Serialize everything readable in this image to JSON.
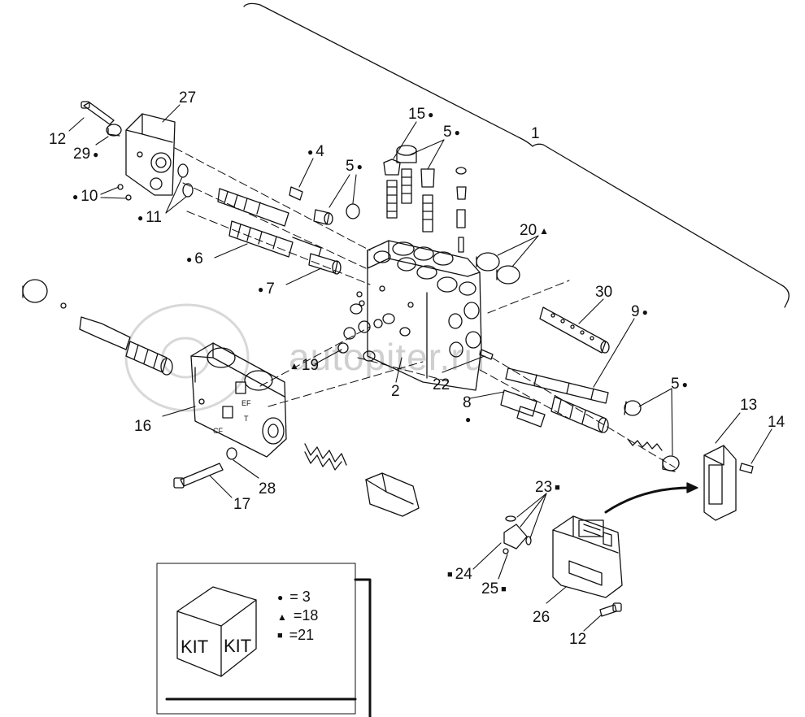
{
  "watermark": "autopiter.ru",
  "part_labels": {
    "p1": "1",
    "p2": "2",
    "p4": "4",
    "p5a": "5",
    "p5b": "5",
    "p5c": "5",
    "p6": "6",
    "p7": "7",
    "p8": "8",
    "p9": "9",
    "p10": "10",
    "p11": "11",
    "p12a": "12",
    "p12b": "12",
    "p13": "13",
    "p14": "14",
    "p15": "15",
    "p16": "16",
    "p17": "17",
    "p19": "19",
    "p20": "20",
    "p22": "22",
    "p23": "23",
    "p24": "24",
    "p25": "25",
    "p26": "26",
    "p27": "27",
    "p28": "28",
    "p29": "29",
    "p30": "30"
  },
  "symbols": {
    "circle": "●",
    "triangle": "▲",
    "square": "■"
  },
  "kit": {
    "face_left": "KIT",
    "face_right": "KIT",
    "legend": [
      {
        "symbol": "●",
        "text": " = 3"
      },
      {
        "symbol": "▲",
        "text": " =18"
      },
      {
        "symbol": "■",
        "text": " =21"
      }
    ]
  },
  "valve_markings": {
    "body_letter_t": "T",
    "body_letter_cf": "CF",
    "body_letter_ef": "EF"
  }
}
